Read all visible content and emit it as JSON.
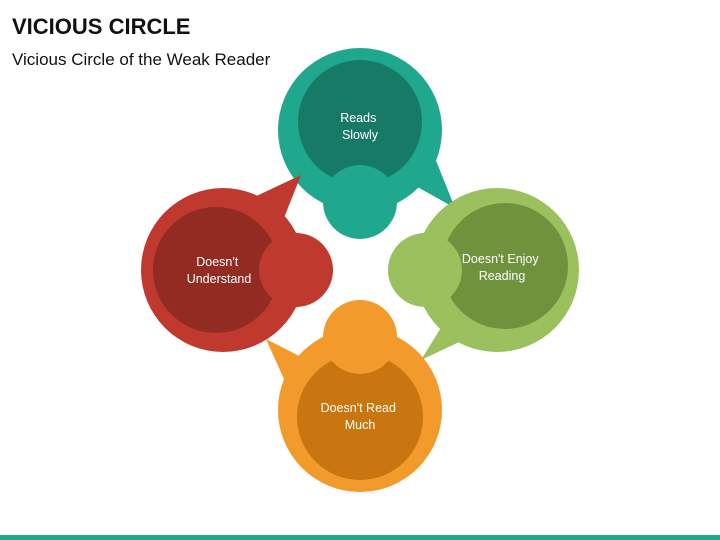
{
  "slide": {
    "title": "VICIOUS CIRCLE",
    "subtitle": "Vicious Circle of the Weak Reader"
  },
  "cycle": {
    "nodes": [
      {
        "id": "reads-slowly",
        "line1": "Reads",
        "line2": "Slowly",
        "outer_color": "#1fa88d",
        "inner_color": "#177a66"
      },
      {
        "id": "doesnt-enjoy-reading",
        "line1": "Doesn't Enjoy",
        "line2": "Reading",
        "outer_color": "#9bc05e",
        "inner_color": "#71923d"
      },
      {
        "id": "doesnt-read-much",
        "line1": "Doesn't Read",
        "line2": "Much",
        "outer_color": "#f29a2b",
        "inner_color": "#c97510"
      },
      {
        "id": "doesnt-understand",
        "line1": "Doesn't",
        "line2": "Understand",
        "outer_color": "#c0392f",
        "inner_color": "#922b22"
      }
    ]
  },
  "footer": {
    "accent_color": "#1fa88d"
  }
}
